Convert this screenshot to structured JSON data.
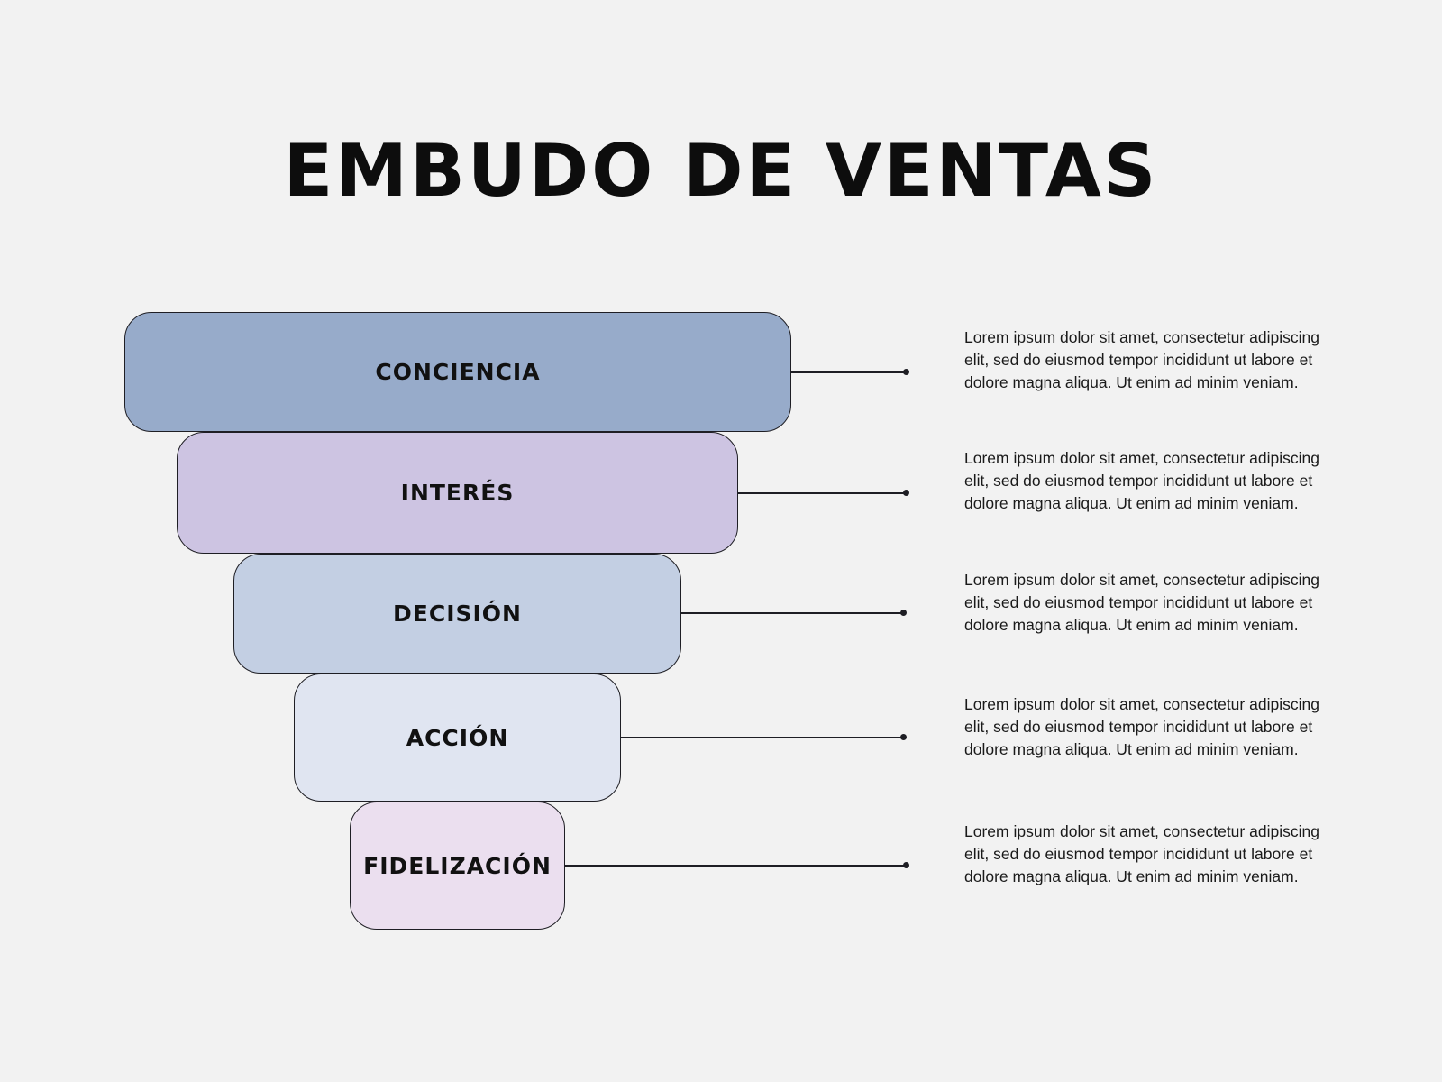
{
  "title": "EMBUDO DE VENTAS",
  "stages": [
    {
      "label": "CONCIENCIA",
      "color": "#97abca",
      "description": "Lorem ipsum dolor sit amet, consectetur adipiscing elit, sed do eiusmod tempor incididunt ut labore et dolore magna aliqua. Ut enim ad minim veniam."
    },
    {
      "label": "INTERÉS",
      "color": "#cdc4e2",
      "description": "Lorem ipsum dolor sit amet, consectetur adipiscing elit, sed do eiusmod tempor incididunt ut labore et dolore magna aliqua. Ut enim ad minim veniam."
    },
    {
      "label": "DECISIÓN",
      "color": "#c3cfe3",
      "description": "Lorem ipsum dolor sit amet, consectetur adipiscing elit, sed do eiusmod tempor incididunt ut labore et dolore magna aliqua. Ut enim ad minim veniam."
    },
    {
      "label": "ACCIÓN",
      "color": "#e0e5f1",
      "description": "Lorem ipsum dolor sit amet, consectetur adipiscing elit, sed do eiusmod tempor incididunt ut labore et dolore magna aliqua. Ut enim ad minim veniam."
    },
    {
      "label": "FIDELIZACIÓN",
      "color": "#ebdfef",
      "description": "Lorem ipsum dolor sit amet, consectetur adipiscing elit, sed do eiusmod tempor incididunt ut labore et dolore magna aliqua. Ut enim ad minim veniam."
    }
  ]
}
